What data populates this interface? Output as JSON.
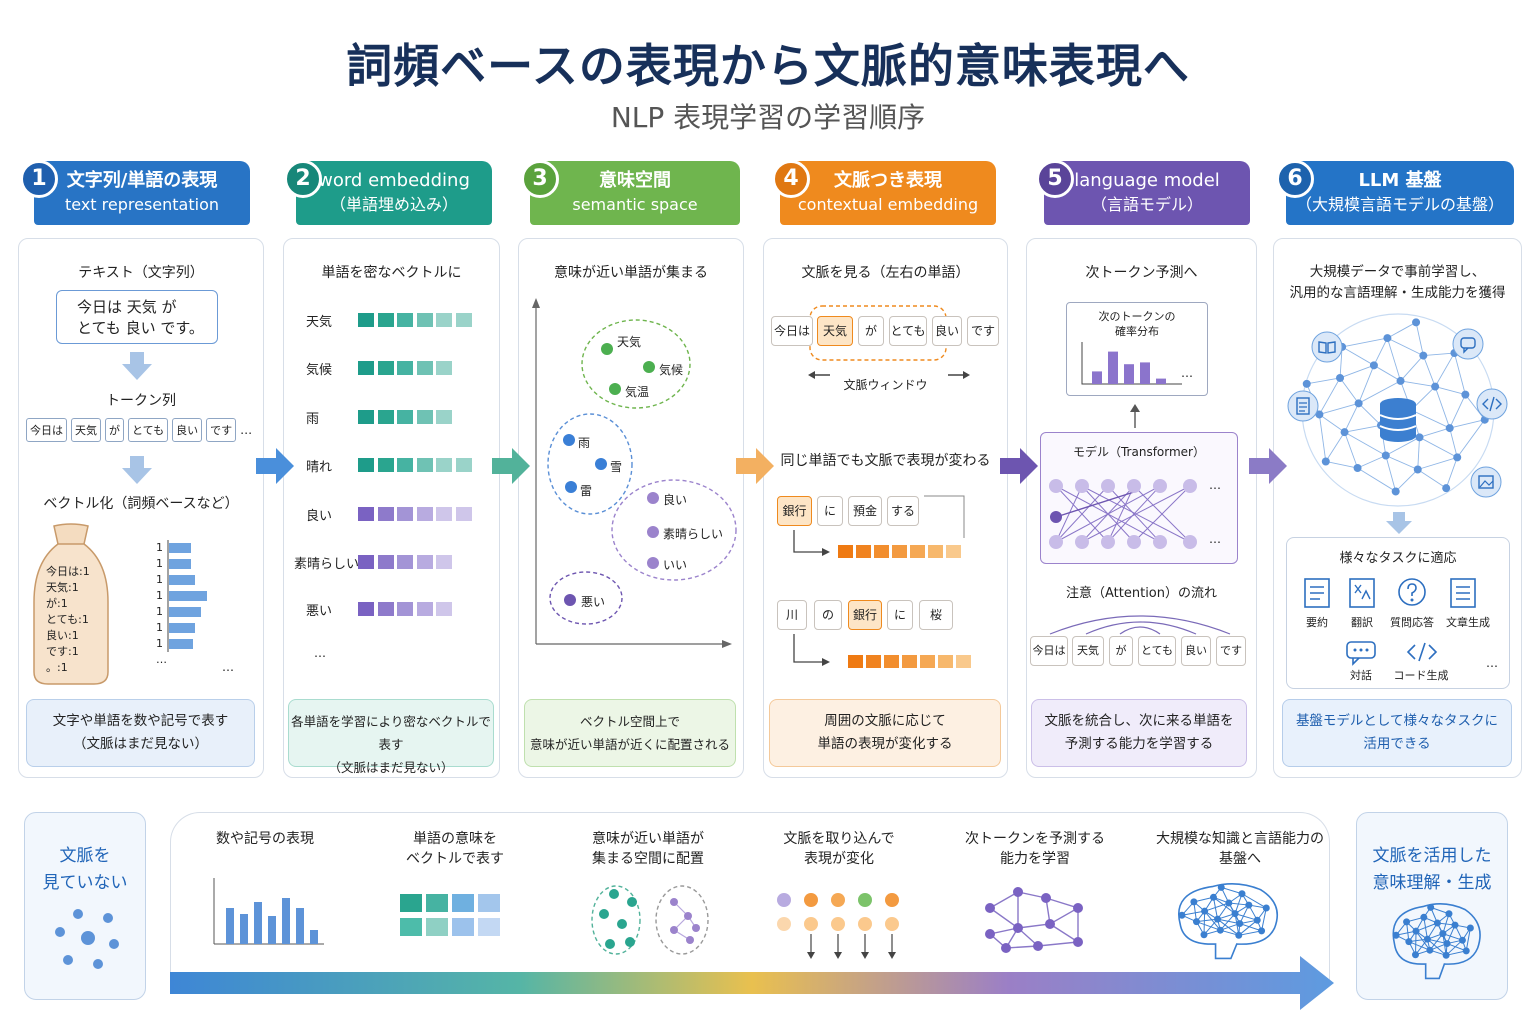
{
  "title": "詞頻ベースの表現から文脈的意味表現へ",
  "subtitle": "NLP 表現学習の学習順序",
  "colors": {
    "s1": "#2874c5",
    "s2": "#1e9c8a",
    "s3": "#6fb54e",
    "s4": "#ef8a1e",
    "s5": "#6d55b0",
    "s6": "#2474c7"
  },
  "steps": [
    {
      "num": "1",
      "line1": "文字列/単語の表現",
      "line2": "text representation",
      "note1": "文字や単語を数や記号で表す",
      "note2": "（文脈はまだ見ない）"
    },
    {
      "num": "2",
      "line1": "word embedding",
      "line2": "（単語埋め込み）",
      "note1": "各単語を学習により密なベクトルで表す",
      "note2": "（文脈はまだ見ない）"
    },
    {
      "num": "3",
      "line1": "意味空間",
      "line2": "semantic space",
      "note1": "ベクトル空間上で",
      "note2": "意味が近い単語が近くに配置される"
    },
    {
      "num": "4",
      "line1": "文脈つき表現",
      "line2": "contextual embedding",
      "note1": "周囲の文脈に応じて",
      "note2": "単語の表現が変化する"
    },
    {
      "num": "5",
      "line1": "language model",
      "line2": "（言語モデル）",
      "note1": "文脈を統合し、次に来る単語を",
      "note2": "予測する能力を学習する"
    },
    {
      "num": "6",
      "line1": "LLM 基盤",
      "line2": "（大規模言語モデルの基盤）",
      "note1": "基盤モデルとして様々なタスクに",
      "note2": "活用できる"
    }
  ],
  "p1": {
    "text_label": "テキスト（文字列）",
    "text_line1": "今日は 天気 が",
    "text_line2": "とても 良い です。",
    "token_label": "トークン列",
    "tokens": [
      "今日は",
      "天気",
      "が",
      "とても",
      "良い",
      "です"
    ],
    "ellipsis": "…",
    "vec_label": "ベクトル化（詞頻ベースなど）",
    "bag": [
      "今日は:1",
      "天気:1",
      "が:1",
      "とても:1",
      "良い:1",
      "です:1",
      "。:1"
    ],
    "counts": [
      1,
      1,
      1,
      1,
      1,
      1,
      1
    ]
  },
  "p2": {
    "label": "単語を密なベクトルに",
    "words": [
      "天気",
      "気候",
      "雨",
      "晴れ",
      "良い",
      "素晴らしい",
      "悪い"
    ],
    "ellipsis": "…"
  },
  "p3": {
    "label": "意味が近い単語が集まる",
    "clusters": [
      [
        "天気",
        "気候",
        "気温"
      ],
      [
        "雨",
        "雪",
        "雷"
      ],
      [
        "良い",
        "素晴らしい",
        "いい"
      ],
      [
        "悪い"
      ]
    ]
  },
  "p4": {
    "label": "文脈を見る（左右の単語）",
    "tokens": [
      "今日は",
      "天気",
      "が",
      "とても",
      "良い",
      "です"
    ],
    "window": "文脈ウィンドウ",
    "label2": "同じ単語でも文脈で表現が変わる",
    "ex1": [
      "銀行",
      "に",
      "預金",
      "する"
    ],
    "ex2": [
      "川",
      "の",
      "銀行",
      "に",
      "桜"
    ]
  },
  "p5": {
    "label": "次トークン予測へ",
    "dist_title1": "次のトークンの",
    "dist_title2": "確率分布",
    "dist": [
      0.35,
      0.9,
      0.55,
      0.6,
      0.15
    ],
    "ellipsis": "…",
    "model": "モデル（Transformer）",
    "attn": "注意（Attention）の流れ",
    "tokens": [
      "今日は",
      "天気",
      "が",
      "とても",
      "良い",
      "です"
    ]
  },
  "p6": {
    "label1": "大規模データで事前学習し、",
    "label2": "汎用的な言語理解・生成能力を獲得",
    "tasks_label": "様々なタスクに適応",
    "tasks": [
      "要約",
      "翻訳",
      "質問応答",
      "文章生成",
      "対話",
      "コード生成"
    ],
    "ellipsis": "…"
  },
  "bottom": {
    "left1": "文脈を",
    "left2": "見ていない",
    "right1": "文脈を活用した",
    "right2": "意味理解・生成",
    "stages": [
      {
        "l1": "数や記号の表現",
        "l2": ""
      },
      {
        "l1": "単語の意味を",
        "l2": "ベクトルで表す"
      },
      {
        "l1": "意味が近い単語が",
        "l2": "集まる空間に配置"
      },
      {
        "l1": "文脈を取り込んで",
        "l2": "表現が変化"
      },
      {
        "l1": "次トークンを予測する",
        "l2": "能力を学習"
      },
      {
        "l1": "大規模な知識と言語能力の",
        "l2": "基盤へ"
      }
    ]
  }
}
